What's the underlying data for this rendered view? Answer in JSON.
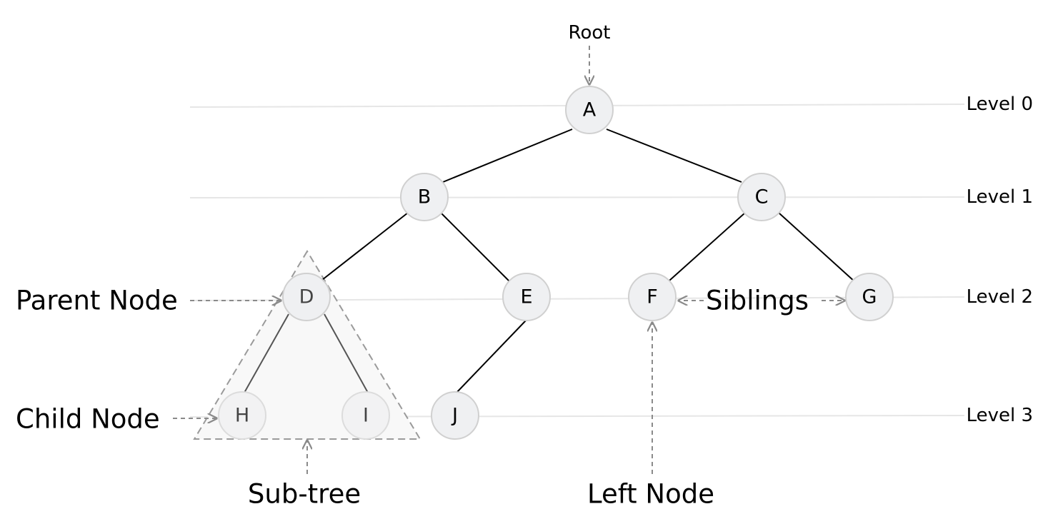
{
  "levels": [
    "Level 0",
    "Level 1",
    "Level 2",
    "Level 3"
  ],
  "nodes": [
    {
      "id": "A",
      "label": "A",
      "level": 0
    },
    {
      "id": "B",
      "label": "B",
      "level": 1
    },
    {
      "id": "C",
      "label": "C",
      "level": 1
    },
    {
      "id": "D",
      "label": "D",
      "level": 2
    },
    {
      "id": "E",
      "label": "E",
      "level": 2
    },
    {
      "id": "F",
      "label": "F",
      "level": 2
    },
    {
      "id": "G",
      "label": "G",
      "level": 2
    },
    {
      "id": "H",
      "label": "H",
      "level": 3
    },
    {
      "id": "I",
      "label": "I",
      "level": 3
    },
    {
      "id": "J",
      "label": "J",
      "level": 3
    }
  ],
  "edges": [
    [
      "A",
      "B"
    ],
    [
      "A",
      "C"
    ],
    [
      "B",
      "D"
    ],
    [
      "B",
      "E"
    ],
    [
      "C",
      "F"
    ],
    [
      "C",
      "G"
    ],
    [
      "D",
      "H"
    ],
    [
      "D",
      "I"
    ],
    [
      "E",
      "J"
    ]
  ],
  "annotations": {
    "root": "Root",
    "parent_node": "Parent Node",
    "child_node": "Child Node",
    "siblings": "Siblings",
    "sub_tree": "Sub-tree",
    "left_node": "Left Node"
  }
}
